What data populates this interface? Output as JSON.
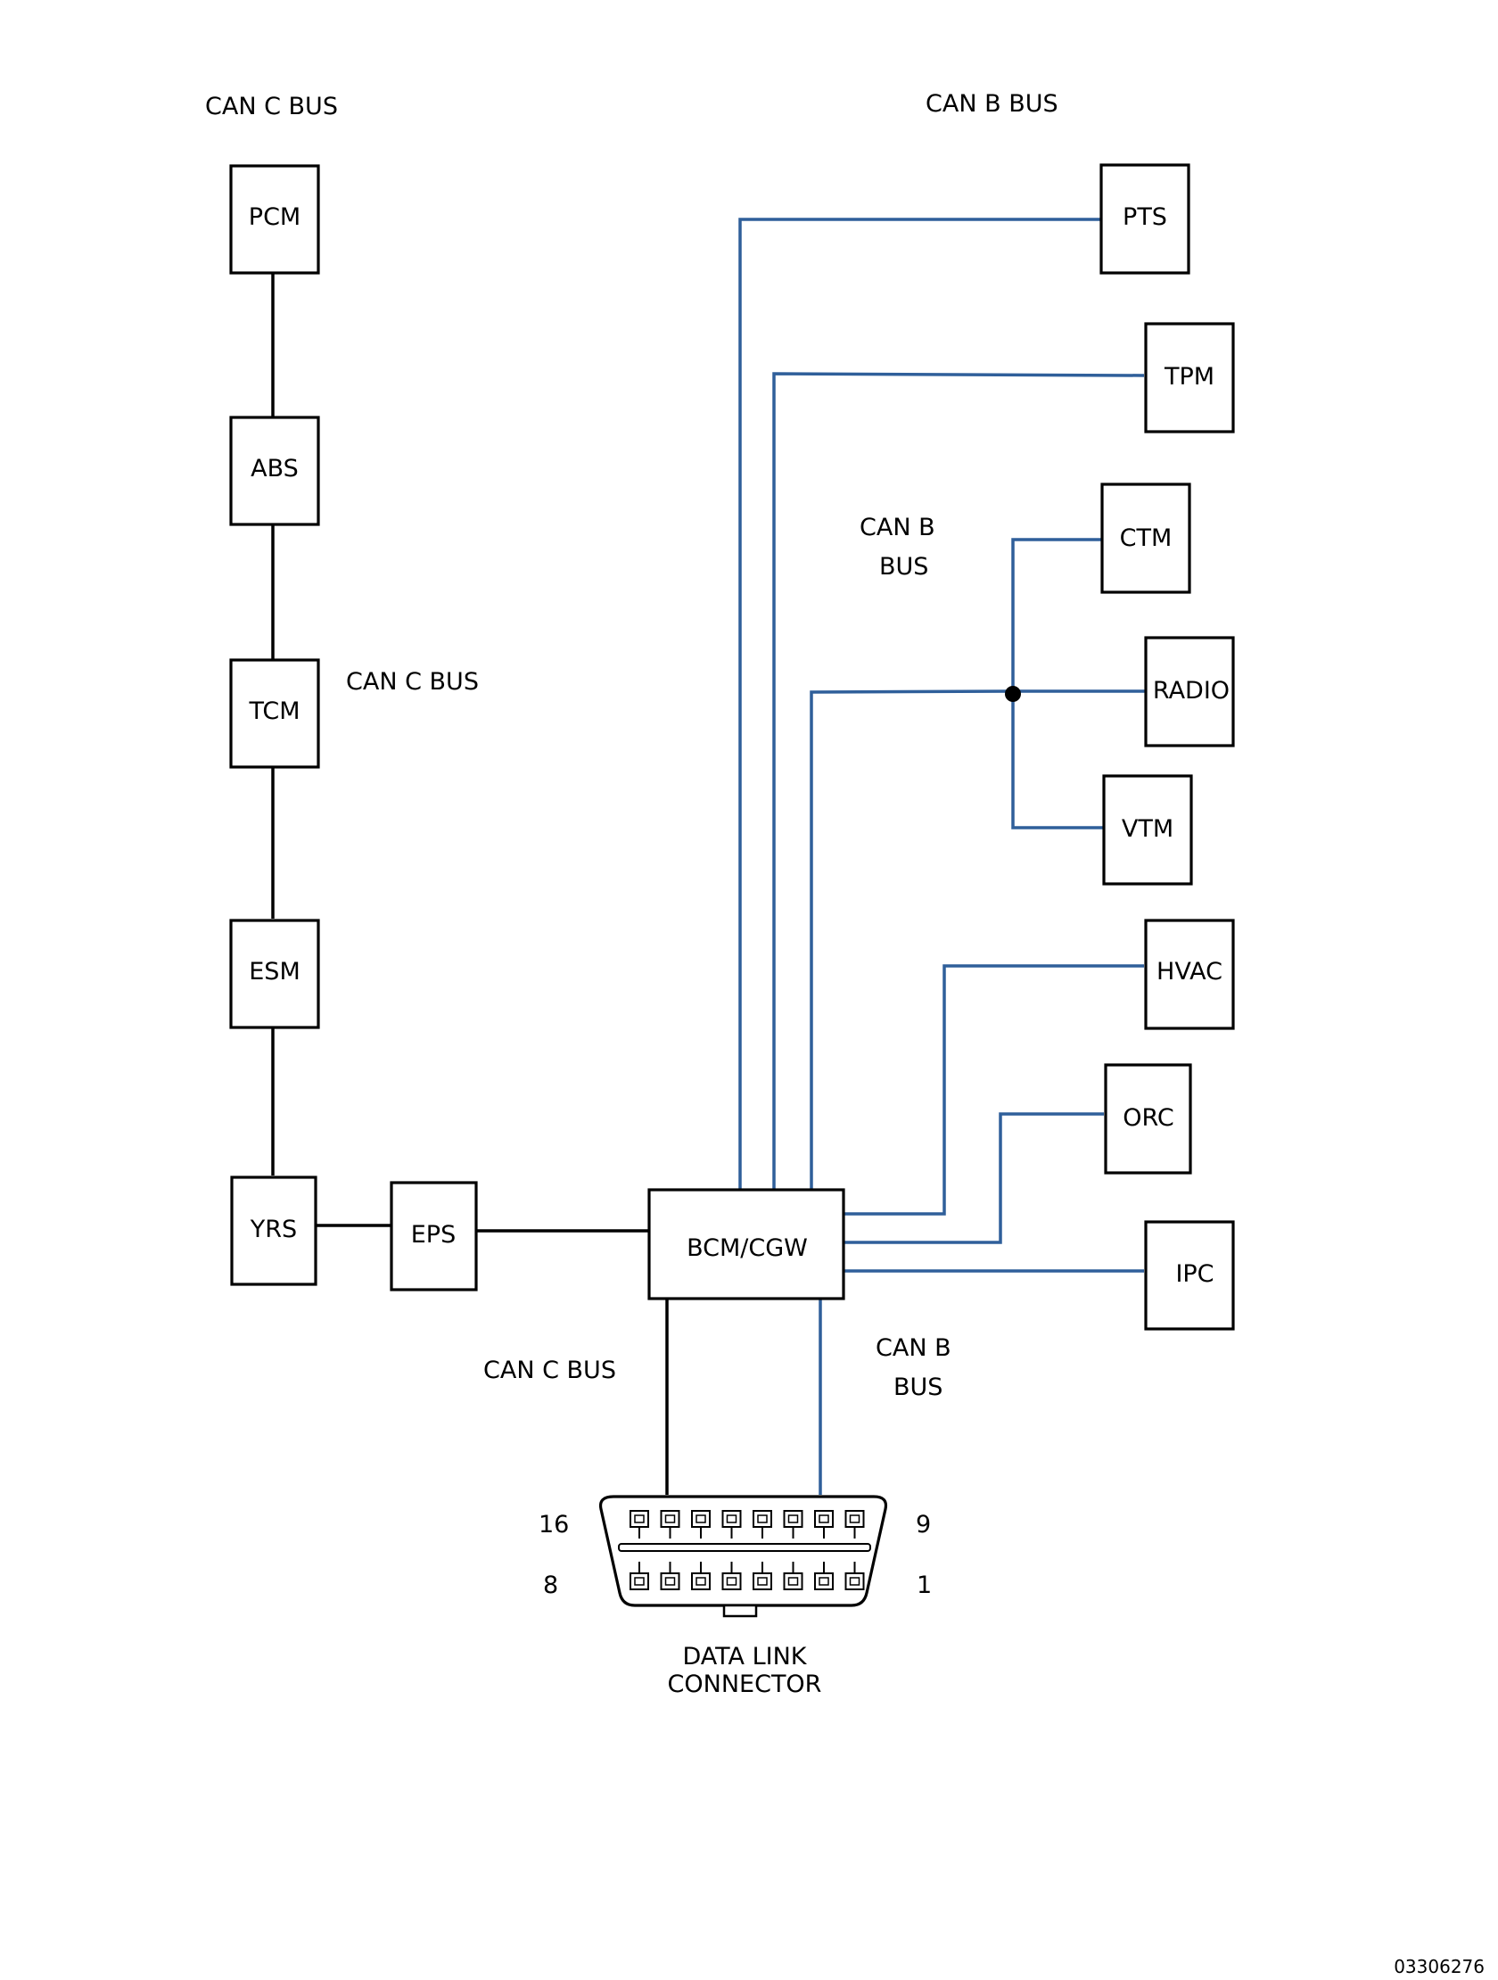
{
  "labels": {
    "can_c_bus_top": "CAN C BUS",
    "can_b_bus_top": "CAN B BUS",
    "can_b_mid_1": "CAN B",
    "can_b_mid_2": "BUS",
    "can_c_bus_mid": "CAN C BUS",
    "can_c_bus_bottom": "CAN C BUS",
    "can_b_bottom_1": "CAN B",
    "can_b_bottom_2": "BUS",
    "connector_1": "DATA LINK",
    "connector_2": "CONNECTOR",
    "pin_16": "16",
    "pin_9": "9",
    "pin_8": "8",
    "pin_1": "1",
    "figure_id": "03306276"
  },
  "modules": {
    "pcm": "PCM",
    "abs": "ABS",
    "tcm": "TCM",
    "esm": "ESM",
    "yrs": "YRS",
    "eps": "EPS",
    "bcm": "BCM/CGW",
    "pts": "PTS",
    "tpm": "TPM",
    "ctm": "CTM",
    "radio": "RADIO",
    "vtm": "VTM",
    "hvac": "HVAC",
    "orc": "ORC",
    "ipc": "IPC"
  },
  "colors": {
    "can_c": "#000000",
    "can_b": "#2f5f9a"
  }
}
